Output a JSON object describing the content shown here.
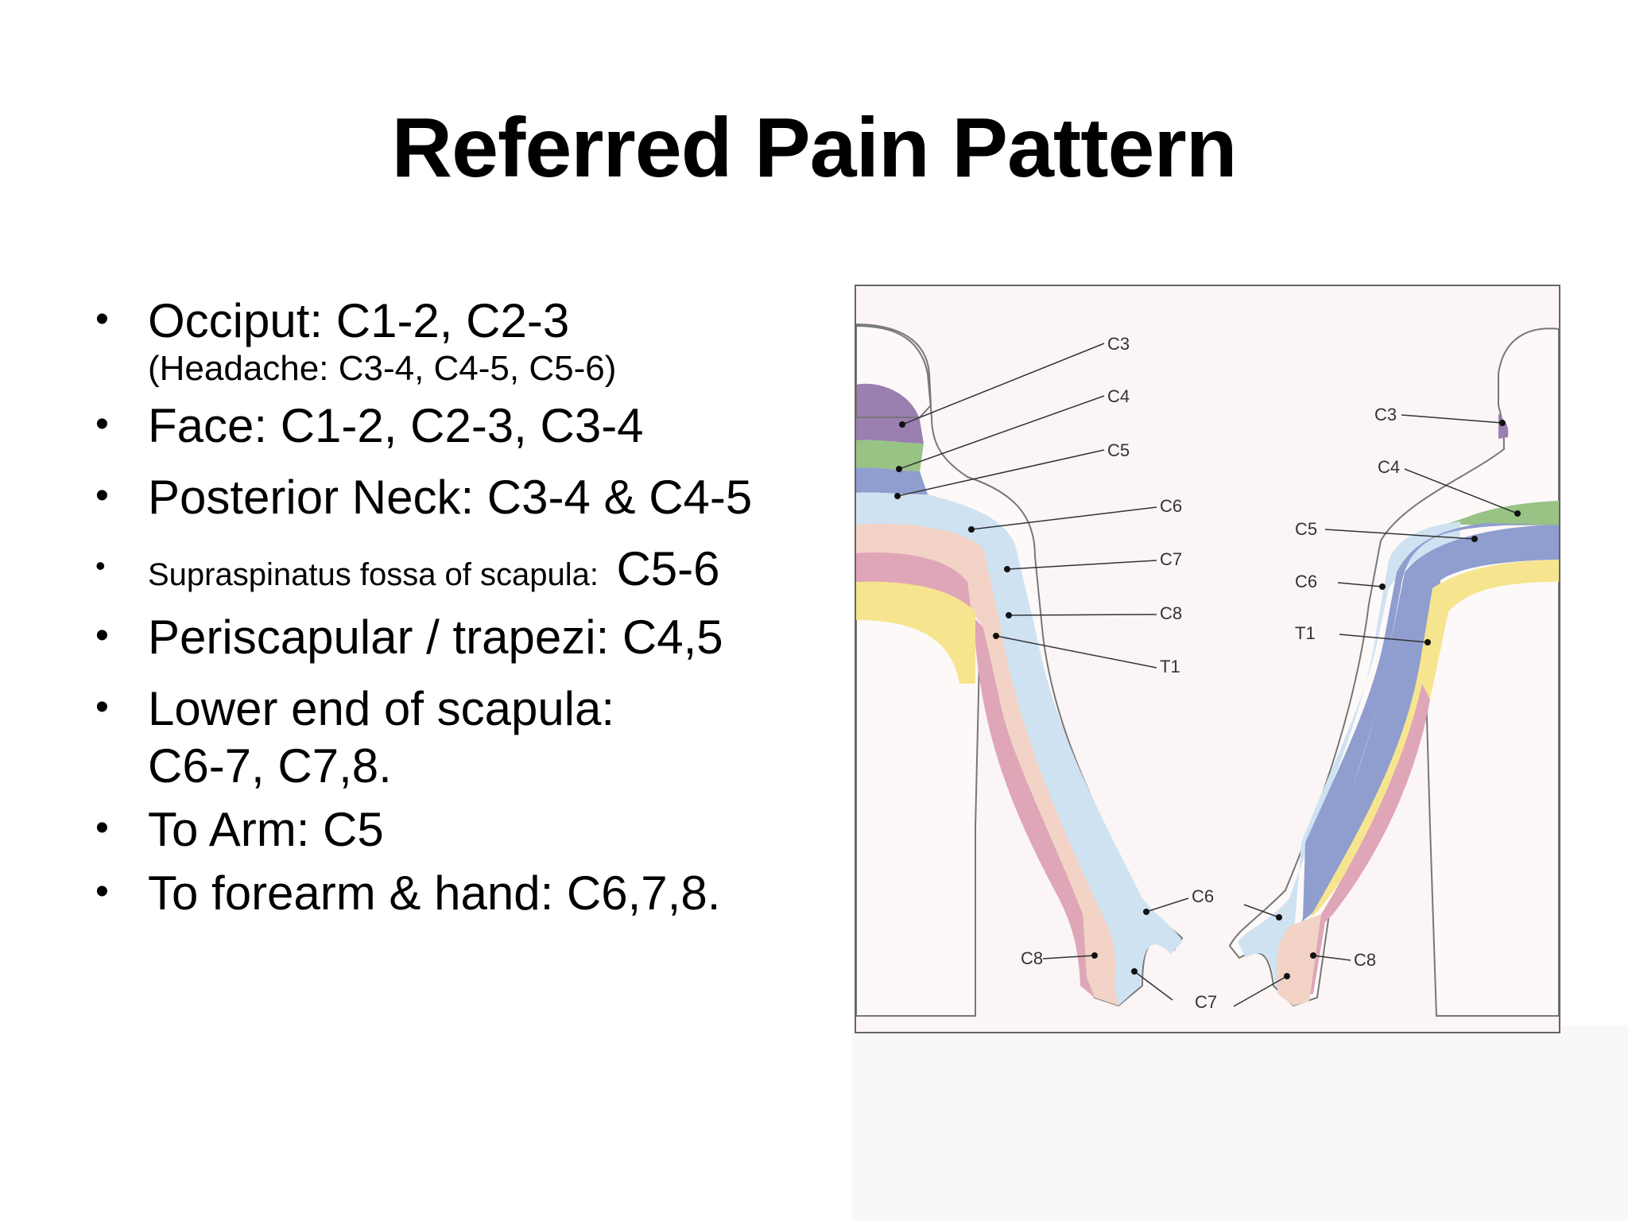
{
  "slide": {
    "title": "Referred Pain Pattern",
    "bullets": [
      {
        "text": "Occiput: C1-2, C2-3",
        "sub": "(Headache: C3-4, C4-5, C5-6)"
      },
      {
        "text": "Face: C1-2, C2-3, C3-4"
      },
      {
        "text": "Posterior Neck: C3-4 & C4-5"
      },
      {
        "small": "Supraspinatus fossa of scapula:",
        "text": "C5-6"
      },
      {
        "text": "Periscapular / trapezi: C4,5"
      },
      {
        "text": "Lower end of scapula: C6-7, C7,8."
      },
      {
        "text": "To Arm: C5"
      },
      {
        "text": "To forearm & hand: C6,7,8."
      }
    ]
  },
  "figure": {
    "labels_left": {
      "c3": "C3",
      "c4": "C4",
      "c5": "C5",
      "c6": "C6",
      "c7": "C7",
      "c8": "C8",
      "t1": "T1",
      "c6_hand": "C6",
      "c8_hand": "C8",
      "c7_hand": "C7"
    },
    "labels_right": {
      "c3": "C3",
      "c4": "C4",
      "c5": "C5",
      "c6": "C6",
      "t1": "T1",
      "c6_hand": "C6",
      "c8_hand": "C8"
    },
    "colors": {
      "C3": "#9a7fb0",
      "C4": "#98c384",
      "C5": "#8f9dcf",
      "C6": "#cfe2f2",
      "C7": "#f2d3c6",
      "C8": "#dfa6b8",
      "T1": "#f6e58e",
      "skin": "#fbf5f5"
    }
  }
}
